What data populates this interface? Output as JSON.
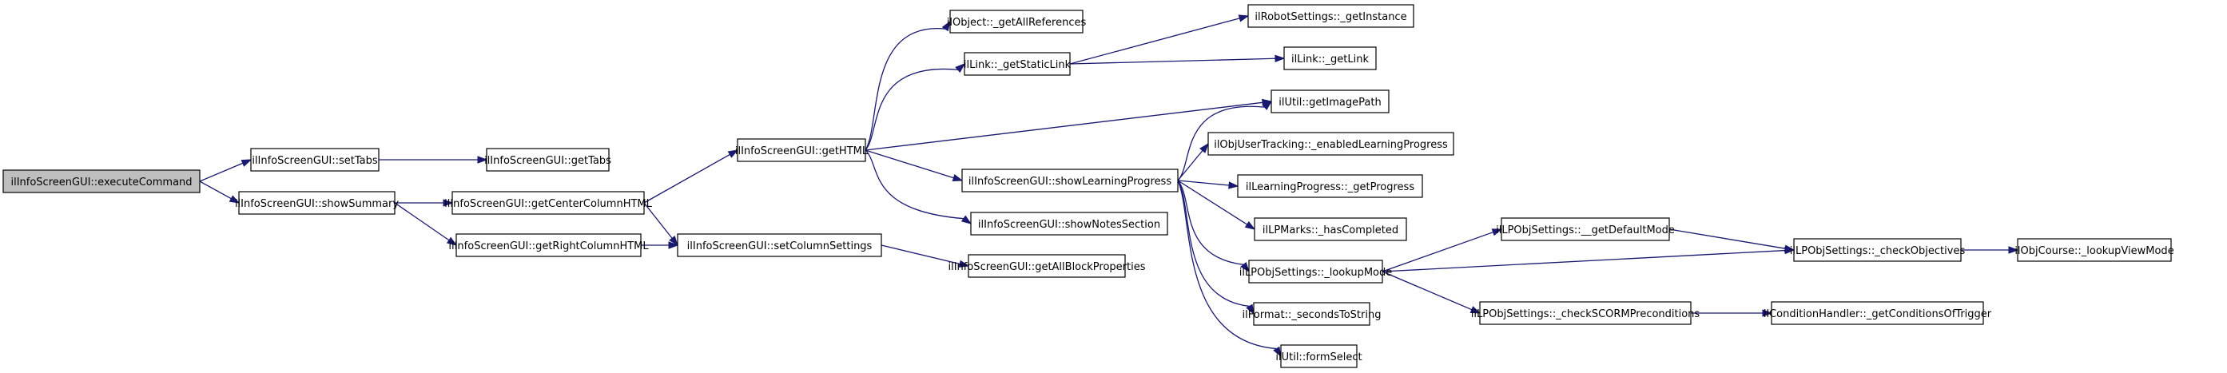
{
  "diagram": {
    "type": "call-graph",
    "root": "executeCommand",
    "colors": {
      "edge": "#191970",
      "root_fill": "#bfbfbf",
      "node_fill": "#ffffff",
      "border": "#000000"
    },
    "nodes": [
      {
        "id": "executeCommand",
        "label": "ilInfoScreenGUI::executeCommand",
        "root": true
      },
      {
        "id": "setTabs",
        "label": "ilInfoScreenGUI::setTabs"
      },
      {
        "id": "showSummary",
        "label": "ilInfoScreenGUI::showSummary"
      },
      {
        "id": "getTabs",
        "label": "ilInfoScreenGUI::getTabs"
      },
      {
        "id": "getCenterColumnHTML",
        "label": "ilInfoScreenGUI::getCenterColumnHTML"
      },
      {
        "id": "getRightColumnHTML",
        "label": "ilInfoScreenGUI::getRightColumnHTML"
      },
      {
        "id": "getHTML",
        "label": "ilInfoScreenGUI::getHTML"
      },
      {
        "id": "setColumnSettings",
        "label": "ilInfoScreenGUI::setColumnSettings"
      },
      {
        "id": "getAllReferences",
        "label": "ilObject::_getAllReferences"
      },
      {
        "id": "getStaticLink",
        "label": "ilLink::_getStaticLink"
      },
      {
        "id": "showLearningProgress",
        "label": "ilInfoScreenGUI::showLearningProgress"
      },
      {
        "id": "showNotesSection",
        "label": "ilInfoScreenGUI::showNotesSection"
      },
      {
        "id": "getAllBlockProperties",
        "label": "ilInfoScreenGUI::getAllBlockProperties"
      },
      {
        "id": "robotGetInstance",
        "label": "ilRobotSettings::_getInstance"
      },
      {
        "id": "getLink",
        "label": "ilLink::_getLink"
      },
      {
        "id": "getImagePath",
        "label": "ilUtil::getImagePath"
      },
      {
        "id": "enabledLP",
        "label": "ilObjUserTracking::_enabledLearningProgress"
      },
      {
        "id": "getProgress",
        "label": "ilLearningProgress::_getProgress"
      },
      {
        "id": "hasCompleted",
        "label": "ilLPMarks::_hasCompleted"
      },
      {
        "id": "lookupMode",
        "label": "ilLPObjSettings::_lookupMode"
      },
      {
        "id": "secondsToString",
        "label": "ilFormat::_secondsToString"
      },
      {
        "id": "formSelect",
        "label": "ilUtil::formSelect"
      },
      {
        "id": "getDefaultMode",
        "label": "ilLPObjSettings::__getDefaultMode"
      },
      {
        "id": "checkSCORM",
        "label": "ilLPObjSettings::_checkSCORMPreconditions"
      },
      {
        "id": "checkObjectives",
        "label": "ilLPObjSettings::_checkObjectives"
      },
      {
        "id": "getConditions",
        "label": "ilConditionHandler::_getConditionsOfTrigger"
      },
      {
        "id": "lookupViewMode",
        "label": "ilObjCourse::_lookupViewMode"
      }
    ],
    "edges": [
      [
        "executeCommand",
        "setTabs"
      ],
      [
        "executeCommand",
        "showSummary"
      ],
      [
        "setTabs",
        "getTabs"
      ],
      [
        "showSummary",
        "getCenterColumnHTML"
      ],
      [
        "showSummary",
        "getRightColumnHTML"
      ],
      [
        "getCenterColumnHTML",
        "getHTML"
      ],
      [
        "getCenterColumnHTML",
        "setColumnSettings"
      ],
      [
        "getRightColumnHTML",
        "setColumnSettings"
      ],
      [
        "setColumnSettings",
        "getAllBlockProperties"
      ],
      [
        "getHTML",
        "getAllReferences"
      ],
      [
        "getHTML",
        "getStaticLink"
      ],
      [
        "getHTML",
        "getImagePath"
      ],
      [
        "getHTML",
        "showLearningProgress"
      ],
      [
        "getHTML",
        "showNotesSection"
      ],
      [
        "getStaticLink",
        "robotGetInstance"
      ],
      [
        "getStaticLink",
        "getLink"
      ],
      [
        "showLearningProgress",
        "getImagePath"
      ],
      [
        "showLearningProgress",
        "enabledLP"
      ],
      [
        "showLearningProgress",
        "getProgress"
      ],
      [
        "showLearningProgress",
        "hasCompleted"
      ],
      [
        "showLearningProgress",
        "lookupMode"
      ],
      [
        "showLearningProgress",
        "secondsToString"
      ],
      [
        "showLearningProgress",
        "formSelect"
      ],
      [
        "lookupMode",
        "getDefaultMode"
      ],
      [
        "lookupMode",
        "checkObjectives"
      ],
      [
        "lookupMode",
        "checkSCORM"
      ],
      [
        "getDefaultMode",
        "checkObjectives"
      ],
      [
        "checkObjectives",
        "lookupViewMode"
      ],
      [
        "checkSCORM",
        "getConditions"
      ]
    ]
  }
}
